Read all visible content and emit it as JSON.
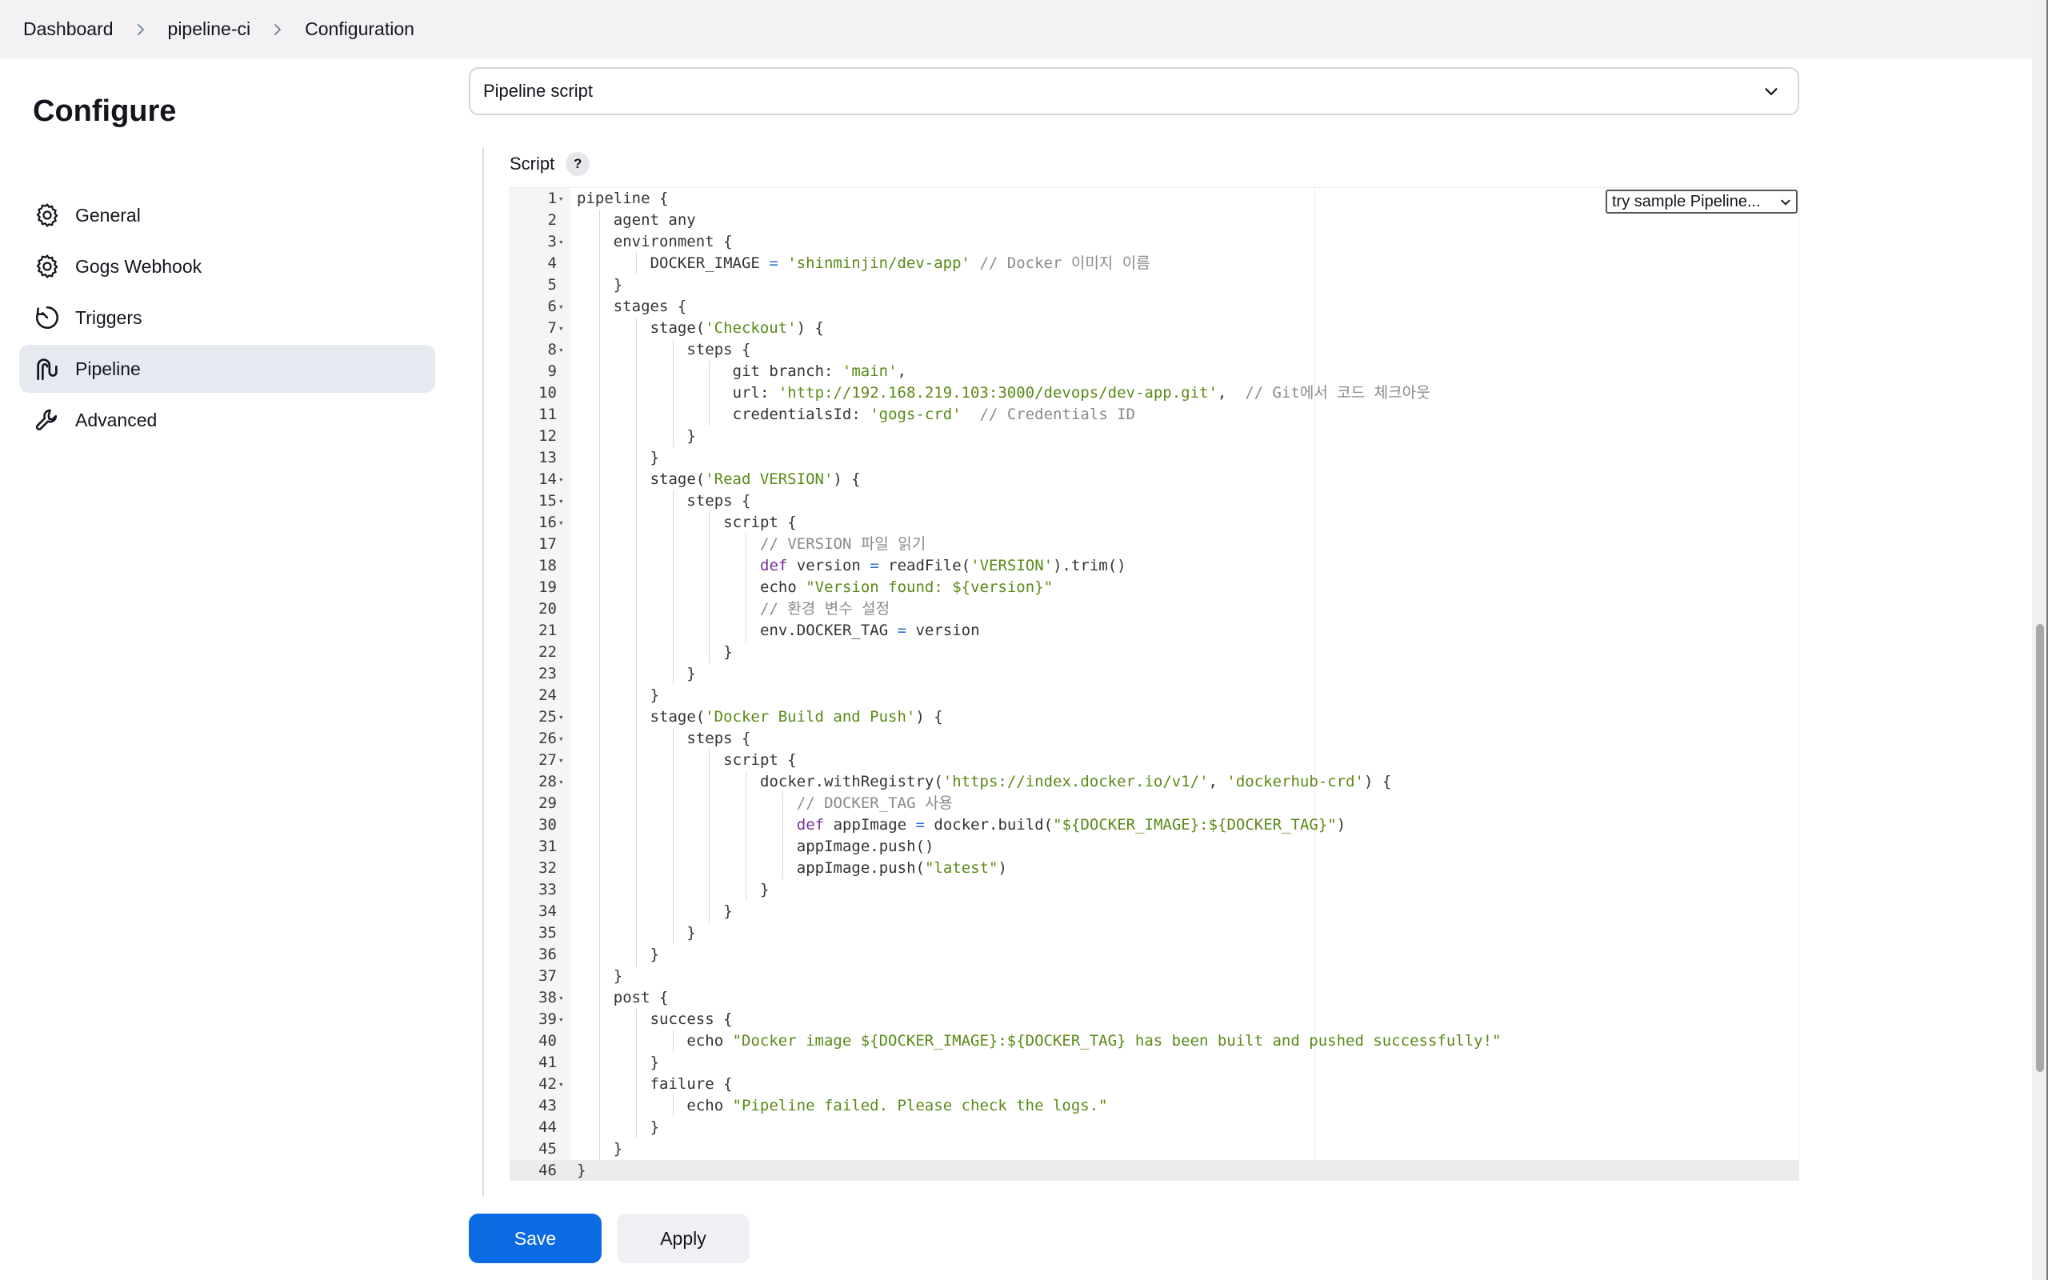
{
  "breadcrumb": [
    "Dashboard",
    "pipeline-ci",
    "Configuration"
  ],
  "sidebar": {
    "title": "Configure",
    "items": [
      {
        "label": "General",
        "icon": "gear-icon",
        "active": false
      },
      {
        "label": "Gogs Webhook",
        "icon": "gear-icon",
        "active": false
      },
      {
        "label": "Triggers",
        "icon": "clock-icon",
        "active": false
      },
      {
        "label": "Pipeline",
        "icon": "pipeline-icon",
        "active": true
      },
      {
        "label": "Advanced",
        "icon": "wrench-icon",
        "active": false
      }
    ]
  },
  "definition": {
    "selected": "Pipeline script"
  },
  "script": {
    "label": "Script",
    "help": "?",
    "sample_select": "try sample Pipeline...",
    "current_line": 46,
    "lines": [
      {
        "n": 1,
        "fold": true,
        "indent": 0,
        "tokens": [
          [
            "t",
            "pipeline {"
          ]
        ]
      },
      {
        "n": 2,
        "fold": false,
        "indent": 1,
        "tokens": [
          [
            "t",
            "agent any"
          ]
        ]
      },
      {
        "n": 3,
        "fold": true,
        "indent": 1,
        "tokens": [
          [
            "t",
            "environment {"
          ]
        ]
      },
      {
        "n": 4,
        "fold": false,
        "indent": 2,
        "tokens": [
          [
            "t",
            "DOCKER_IMAGE "
          ],
          [
            "op",
            "="
          ],
          [
            "t",
            " "
          ],
          [
            "str",
            "'shinminjin/dev-app'"
          ],
          [
            "t",
            " "
          ],
          [
            "cm",
            "// Docker 이미지 이름"
          ]
        ]
      },
      {
        "n": 5,
        "fold": false,
        "indent": 1,
        "tokens": [
          [
            "t",
            "}"
          ]
        ]
      },
      {
        "n": 6,
        "fold": true,
        "indent": 1,
        "tokens": [
          [
            "t",
            "stages {"
          ]
        ]
      },
      {
        "n": 7,
        "fold": true,
        "indent": 2,
        "tokens": [
          [
            "t",
            "stage("
          ],
          [
            "str",
            "'Checkout'"
          ],
          [
            "t",
            ") {"
          ]
        ]
      },
      {
        "n": 8,
        "fold": true,
        "indent": 3,
        "tokens": [
          [
            "t",
            "steps {"
          ]
        ]
      },
      {
        "n": 9,
        "fold": false,
        "indent": 4,
        "tokens": [
          [
            "t",
            " git branch: "
          ],
          [
            "str",
            "'main'"
          ],
          [
            "t",
            ","
          ]
        ]
      },
      {
        "n": 10,
        "fold": false,
        "indent": 4,
        "tokens": [
          [
            "t",
            " url: "
          ],
          [
            "str",
            "'http://192.168.219.103:3000/devops/dev-app.git'"
          ],
          [
            "t",
            ",  "
          ],
          [
            "cm",
            "// Git에서 코드 체크아웃"
          ]
        ]
      },
      {
        "n": 11,
        "fold": false,
        "indent": 4,
        "tokens": [
          [
            "t",
            " credentialsId: "
          ],
          [
            "str",
            "'gogs-crd'"
          ],
          [
            "t",
            "  "
          ],
          [
            "cm",
            "// Credentials ID"
          ]
        ]
      },
      {
        "n": 12,
        "fold": false,
        "indent": 3,
        "tokens": [
          [
            "t",
            "}"
          ]
        ]
      },
      {
        "n": 13,
        "fold": false,
        "indent": 2,
        "tokens": [
          [
            "t",
            "}"
          ]
        ]
      },
      {
        "n": 14,
        "fold": true,
        "indent": 2,
        "tokens": [
          [
            "t",
            "stage("
          ],
          [
            "str",
            "'Read VERSION'"
          ],
          [
            "t",
            ") {"
          ]
        ]
      },
      {
        "n": 15,
        "fold": true,
        "indent": 3,
        "tokens": [
          [
            "t",
            "steps {"
          ]
        ]
      },
      {
        "n": 16,
        "fold": true,
        "indent": 4,
        "tokens": [
          [
            "t",
            "script {"
          ]
        ]
      },
      {
        "n": 17,
        "fold": false,
        "indent": 5,
        "tokens": [
          [
            "cm",
            "// VERSION 파일 읽기"
          ]
        ]
      },
      {
        "n": 18,
        "fold": false,
        "indent": 5,
        "tokens": [
          [
            "kw",
            "def"
          ],
          [
            "t",
            " version "
          ],
          [
            "op",
            "="
          ],
          [
            "t",
            " readFile("
          ],
          [
            "str",
            "'VERSION'"
          ],
          [
            "t",
            ").trim()"
          ]
        ]
      },
      {
        "n": 19,
        "fold": false,
        "indent": 5,
        "tokens": [
          [
            "t",
            "echo "
          ],
          [
            "str",
            "\"Version found: ${version}\""
          ]
        ]
      },
      {
        "n": 20,
        "fold": false,
        "indent": 5,
        "tokens": [
          [
            "cm",
            "// 환경 변수 설정"
          ]
        ]
      },
      {
        "n": 21,
        "fold": false,
        "indent": 5,
        "tokens": [
          [
            "t",
            "env.DOCKER_TAG "
          ],
          [
            "op",
            "="
          ],
          [
            "t",
            " version"
          ]
        ]
      },
      {
        "n": 22,
        "fold": false,
        "indent": 4,
        "tokens": [
          [
            "t",
            "}"
          ]
        ]
      },
      {
        "n": 23,
        "fold": false,
        "indent": 3,
        "tokens": [
          [
            "t",
            "}"
          ]
        ]
      },
      {
        "n": 24,
        "fold": false,
        "indent": 2,
        "tokens": [
          [
            "t",
            "}"
          ]
        ]
      },
      {
        "n": 25,
        "fold": true,
        "indent": 2,
        "tokens": [
          [
            "t",
            "stage("
          ],
          [
            "str",
            "'Docker Build and Push'"
          ],
          [
            "t",
            ") {"
          ]
        ]
      },
      {
        "n": 26,
        "fold": true,
        "indent": 3,
        "tokens": [
          [
            "t",
            "steps {"
          ]
        ]
      },
      {
        "n": 27,
        "fold": true,
        "indent": 4,
        "tokens": [
          [
            "t",
            "script {"
          ]
        ]
      },
      {
        "n": 28,
        "fold": true,
        "indent": 5,
        "tokens": [
          [
            "t",
            "docker.withRegistry("
          ],
          [
            "str",
            "'https://index.docker.io/v1/'"
          ],
          [
            "t",
            ", "
          ],
          [
            "str",
            "'dockerhub-crd'"
          ],
          [
            "t",
            ") {"
          ]
        ]
      },
      {
        "n": 29,
        "fold": false,
        "indent": 6,
        "tokens": [
          [
            "cm",
            "// DOCKER_TAG 사용"
          ]
        ]
      },
      {
        "n": 30,
        "fold": false,
        "indent": 6,
        "tokens": [
          [
            "kw",
            "def"
          ],
          [
            "t",
            " appImage "
          ],
          [
            "op",
            "="
          ],
          [
            "t",
            " docker.build("
          ],
          [
            "str",
            "\"${DOCKER_IMAGE}:${DOCKER_TAG}\""
          ],
          [
            "t",
            ")"
          ]
        ]
      },
      {
        "n": 31,
        "fold": false,
        "indent": 6,
        "tokens": [
          [
            "t",
            "appImage.push()"
          ]
        ]
      },
      {
        "n": 32,
        "fold": false,
        "indent": 6,
        "tokens": [
          [
            "t",
            "appImage.push("
          ],
          [
            "str",
            "\"latest\""
          ],
          [
            "t",
            ")"
          ]
        ]
      },
      {
        "n": 33,
        "fold": false,
        "indent": 5,
        "tokens": [
          [
            "t",
            "}"
          ]
        ]
      },
      {
        "n": 34,
        "fold": false,
        "indent": 4,
        "tokens": [
          [
            "t",
            "}"
          ]
        ]
      },
      {
        "n": 35,
        "fold": false,
        "indent": 3,
        "tokens": [
          [
            "t",
            "}"
          ]
        ]
      },
      {
        "n": 36,
        "fold": false,
        "indent": 2,
        "tokens": [
          [
            "t",
            "}"
          ]
        ]
      },
      {
        "n": 37,
        "fold": false,
        "indent": 1,
        "tokens": [
          [
            "t",
            "}"
          ]
        ]
      },
      {
        "n": 38,
        "fold": true,
        "indent": 1,
        "tokens": [
          [
            "t",
            "post {"
          ]
        ]
      },
      {
        "n": 39,
        "fold": true,
        "indent": 2,
        "tokens": [
          [
            "t",
            "success {"
          ]
        ]
      },
      {
        "n": 40,
        "fold": false,
        "indent": 3,
        "tokens": [
          [
            "t",
            "echo "
          ],
          [
            "str",
            "\"Docker image ${DOCKER_IMAGE}:${DOCKER_TAG} has been built and pushed successfully!\""
          ]
        ]
      },
      {
        "n": 41,
        "fold": false,
        "indent": 2,
        "tokens": [
          [
            "t",
            "}"
          ]
        ]
      },
      {
        "n": 42,
        "fold": true,
        "indent": 2,
        "tokens": [
          [
            "t",
            "failure {"
          ]
        ]
      },
      {
        "n": 43,
        "fold": false,
        "indent": 3,
        "tokens": [
          [
            "t",
            "echo "
          ],
          [
            "str",
            "\"Pipeline failed. Please check the logs.\""
          ]
        ]
      },
      {
        "n": 44,
        "fold": false,
        "indent": 2,
        "tokens": [
          [
            "t",
            "}"
          ]
        ]
      },
      {
        "n": 45,
        "fold": false,
        "indent": 1,
        "tokens": [
          [
            "t",
            "}"
          ]
        ]
      },
      {
        "n": 46,
        "fold": false,
        "indent": 0,
        "tokens": [
          [
            "t",
            "}"
          ]
        ]
      }
    ]
  },
  "actions": {
    "save": "Save",
    "apply": "Apply"
  },
  "colors": {
    "primary": "#0b6be3",
    "active_nav": "#e6e9ef",
    "string": "#5a8a17",
    "keyword": "#7a2e9a",
    "comment": "#8a8a8a"
  }
}
